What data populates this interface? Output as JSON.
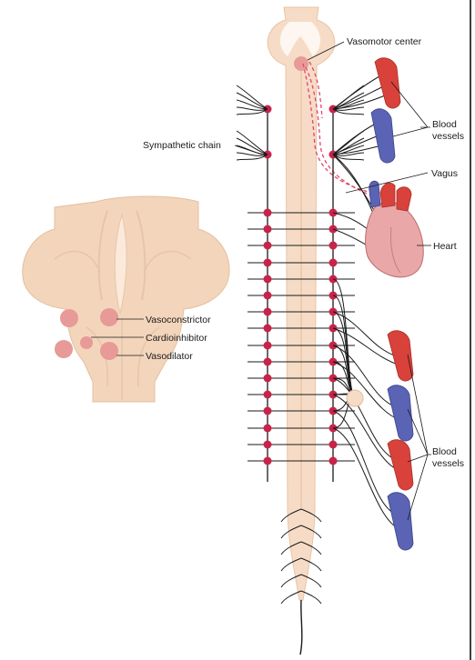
{
  "labels": {
    "vasomotor_center": "Vasomotor center",
    "blood_vessels_top_line1": "Blood",
    "blood_vessels_top_line2": "vessels",
    "sympathetic_chain": "Sympathetic chain",
    "vagus": "Vagus",
    "heart": "Heart",
    "vasoconstrictor": "Vasoconstrictor",
    "cardioinhibitor": "Cardioinhibitor",
    "vasodilator": "Vasodilator",
    "blood_vessels_bottom_line1": "Blood",
    "blood_vessels_bottom_line2": "vessels"
  },
  "colors": {
    "spinal_cord": "#f6dcc6",
    "spinal_cord_outline": "#e9c3a6",
    "brainstem": "#f3d5bc",
    "brainstem_light": "#f9e6d5",
    "ganglion": "#c8234a",
    "nerve": "#1a1a1a",
    "artery": "#d8423a",
    "vein": "#5a63b4",
    "vagus_dashed": "#e0476a",
    "heart": "#e9a7a8",
    "center_nucleus": "#e79a97"
  }
}
